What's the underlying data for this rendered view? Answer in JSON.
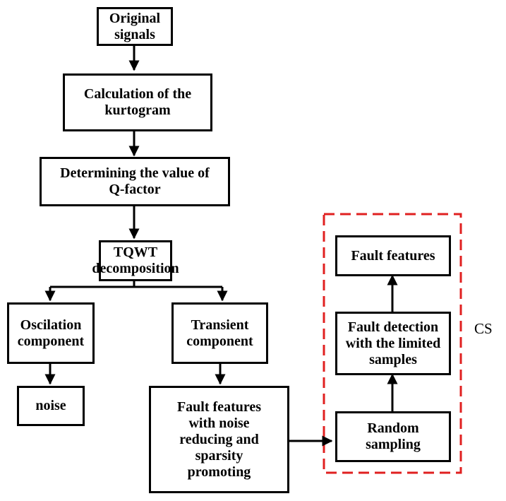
{
  "colors": {
    "stroke": "#000000",
    "cs_frame": "#e02020",
    "background": "#ffffff"
  },
  "nodes": {
    "original": "Original\nsignals",
    "kurtogram": "Calculation of the\nkurtogram",
    "qfactor": "Determining the value of\nQ-factor",
    "tqwt": "TQWT\ndecomposition",
    "oscillation": "Oscilation\ncomponent",
    "noise": "noise",
    "transient": "Transient\ncomponent",
    "fault_noise": "Fault features\nwith noise\nreducing and\nsparsity\npromoting",
    "random": "Random\nsampling",
    "detection": "Fault detection\nwith the limited\nsamples",
    "features": "Fault features"
  },
  "cs_label": "CS"
}
